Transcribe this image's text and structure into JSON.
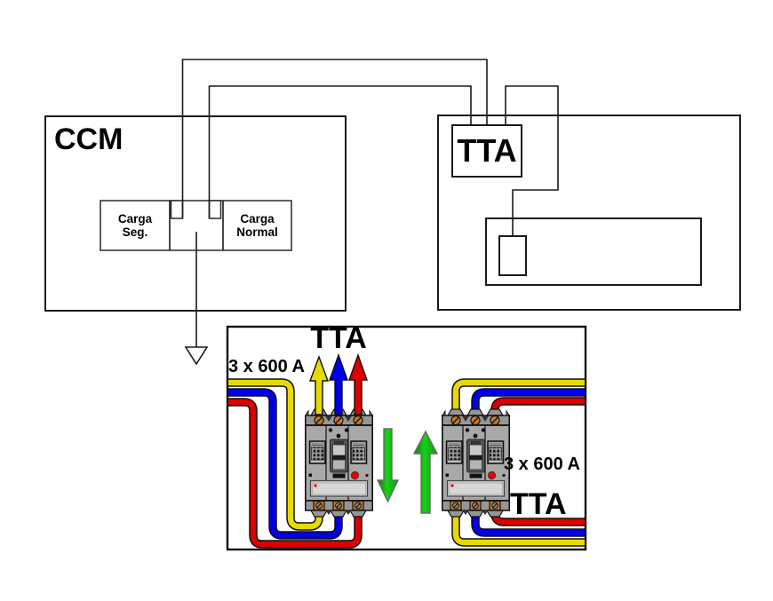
{
  "diagram": {
    "ccm_box": {
      "title": "CCM"
    },
    "carga_seg": {
      "line1": "Carga",
      "line2": "Seg."
    },
    "carga_normal": {
      "line1": "Carga",
      "line2": "Normal"
    },
    "tta_box": {
      "label": "TTA"
    }
  },
  "panel": {
    "title": "TTA",
    "rating_left": "3 x 600 A",
    "rating_right": "3 x 600 A",
    "bottom_label": "TTA",
    "icons": [
      "phase-arrow-yellow-icon",
      "phase-arrow-blue-icon",
      "phase-arrow-red-icon",
      "transfer-down-arrow-icon",
      "transfer-up-arrow-icon",
      "down-arrow-icon"
    ]
  },
  "colors": {
    "wire-yellow": "#e8d900",
    "wire-blue": "#0000e6",
    "wire-red": "#dd0000",
    "arrow-green": "#19cf19",
    "breaker-body": "#a8a8a8",
    "breaker-strip": "#969696",
    "lug-orange": "#c87a28",
    "label-plate": "#cccccc",
    "button-red": "#e80000"
  }
}
